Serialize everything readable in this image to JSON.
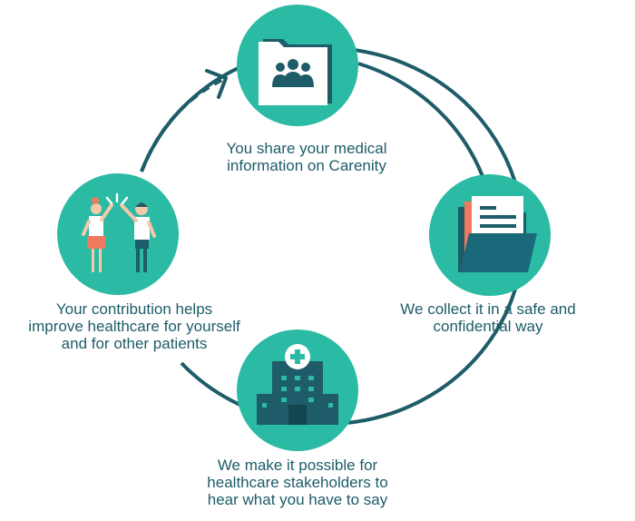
{
  "colors": {
    "teal": "#2bbaa3",
    "dark_teal": "#1d5c68",
    "white": "#ffffff",
    "coral": "#f07a5d",
    "skin": "#f4c9a9"
  },
  "steps": [
    {
      "icon": "community-folder-icon",
      "lines": [
        "You share your medical",
        "information on Carenity"
      ]
    },
    {
      "icon": "open-folder-document-icon",
      "lines": [
        "We collect it in a safe and",
        "confidential way"
      ]
    },
    {
      "icon": "hospital-icon",
      "lines": [
        "We make it possible for",
        "healthcare stakeholders to",
        "hear what you have to say"
      ]
    },
    {
      "icon": "high-five-people-icon",
      "lines": [
        "Your contribution helps",
        "improve healthcare for yourself",
        "and for other patients"
      ]
    }
  ]
}
